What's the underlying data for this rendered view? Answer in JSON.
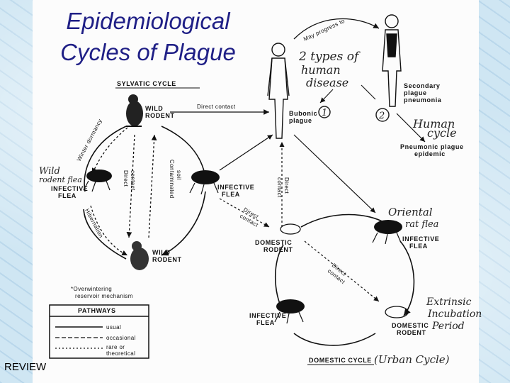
{
  "title": {
    "line1": "Epidemiological",
    "line2": "Cycles of Plague"
  },
  "corner_label": "REVIEW",
  "diagram": {
    "sylvatic_cycle": "SYLVATIC CYCLE",
    "wild_rodent_top": [
      "WILD",
      "RODENT"
    ],
    "wild_rodent_bottom": [
      "WILD",
      "RODENT"
    ],
    "infective_flea_left": [
      "INFECTIVE",
      "FLEA"
    ],
    "infective_flea_center": [
      "INFECTIVE",
      "FLEA"
    ],
    "winter_dormancy": "Winter dormancy",
    "hibernation": "Hibernation",
    "direct_contact_vertical": [
      "Direct",
      "contact"
    ],
    "contaminated_soil": [
      "Contaminated",
      "soil"
    ],
    "direct_contact_horizontal": "Direct contact",
    "may_progress_to": "May progress to",
    "bubonic_plague": [
      "Bubonic",
      "plague"
    ],
    "secondary_plague": [
      "Secondary",
      "plague",
      "pneumonia"
    ],
    "pneumonic_plague": [
      "Pneumonic plague",
      "epidemic"
    ],
    "direct_contact_center": [
      "Direct",
      "contact"
    ],
    "direct_contact_diag1": [
      "Direct",
      "contact"
    ],
    "direct_contact_diag2": [
      "Direct",
      "contact"
    ],
    "domestic_rodent_left": [
      "DOMESTIC",
      "RODENT"
    ],
    "domestic_rodent_right": [
      "DOMESTIC",
      "RODENT"
    ],
    "infective_flea_right": [
      "INFECTIVE",
      "FLEA"
    ],
    "infective_flea_bottom": [
      "INFECTIVE",
      "FLEA"
    ],
    "overwintering": [
      "*Overwintering",
      "reservoir mechanism"
    ],
    "pathways_title": "PATHWAYS",
    "pathways": [
      "usual",
      "occasional",
      "rare or",
      "theoretical"
    ],
    "domestic_cycle": "DOMESTIC CYCLE",
    "num1": "1",
    "num2": "2",
    "hand_two_types": [
      "2 types of",
      "human",
      "disease"
    ],
    "hand_human_cycle": [
      "Human",
      "cycle"
    ],
    "hand_wild_rodent_flea": [
      "Wild",
      "rodent flea"
    ],
    "hand_oriental_rat_flea": [
      "Oriental",
      "rat flea"
    ],
    "hand_extrinsic": [
      "Extrinsic",
      "Incubation",
      "Period"
    ],
    "hand_urban_cycle": "(Urban Cycle)"
  },
  "colors": {
    "title": "#1f1f86",
    "background": "#cfe6f3",
    "ink": "#111111"
  }
}
